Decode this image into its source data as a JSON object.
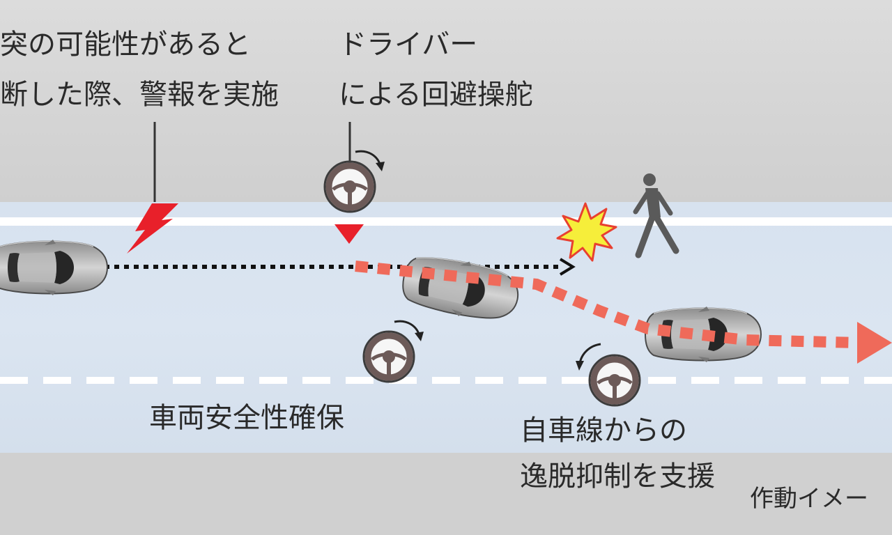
{
  "labels": {
    "warning_line1": "突の可能性があると",
    "warning_line2": "断した際、警報を実施",
    "driver_line1": "ドライバー",
    "driver_line2": "による回避操舵",
    "safety": "車両安全性確保",
    "lane_line1": "自車線からの",
    "lane_line2": "逸脱抑制を支援",
    "caption": "作動イメー"
  },
  "colors": {
    "road": "#dbe5f1",
    "warning_red": "#e8202a",
    "assist_path": "#ef6a5a",
    "collision_burst": "#f6ee3a",
    "pedestrian": "#5a5a5a"
  }
}
